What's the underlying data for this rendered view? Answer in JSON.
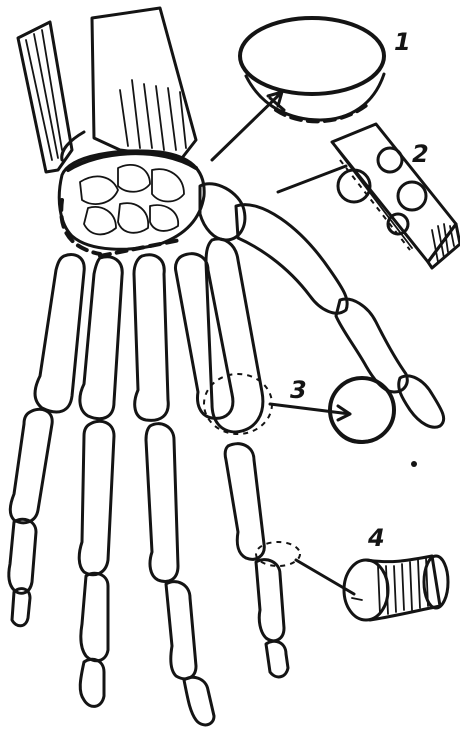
{
  "labels": {
    "joint_1": "1",
    "joint_2": "2",
    "joint_3": "3",
    "joint_4": "4"
  },
  "ink_color": "#141414"
}
